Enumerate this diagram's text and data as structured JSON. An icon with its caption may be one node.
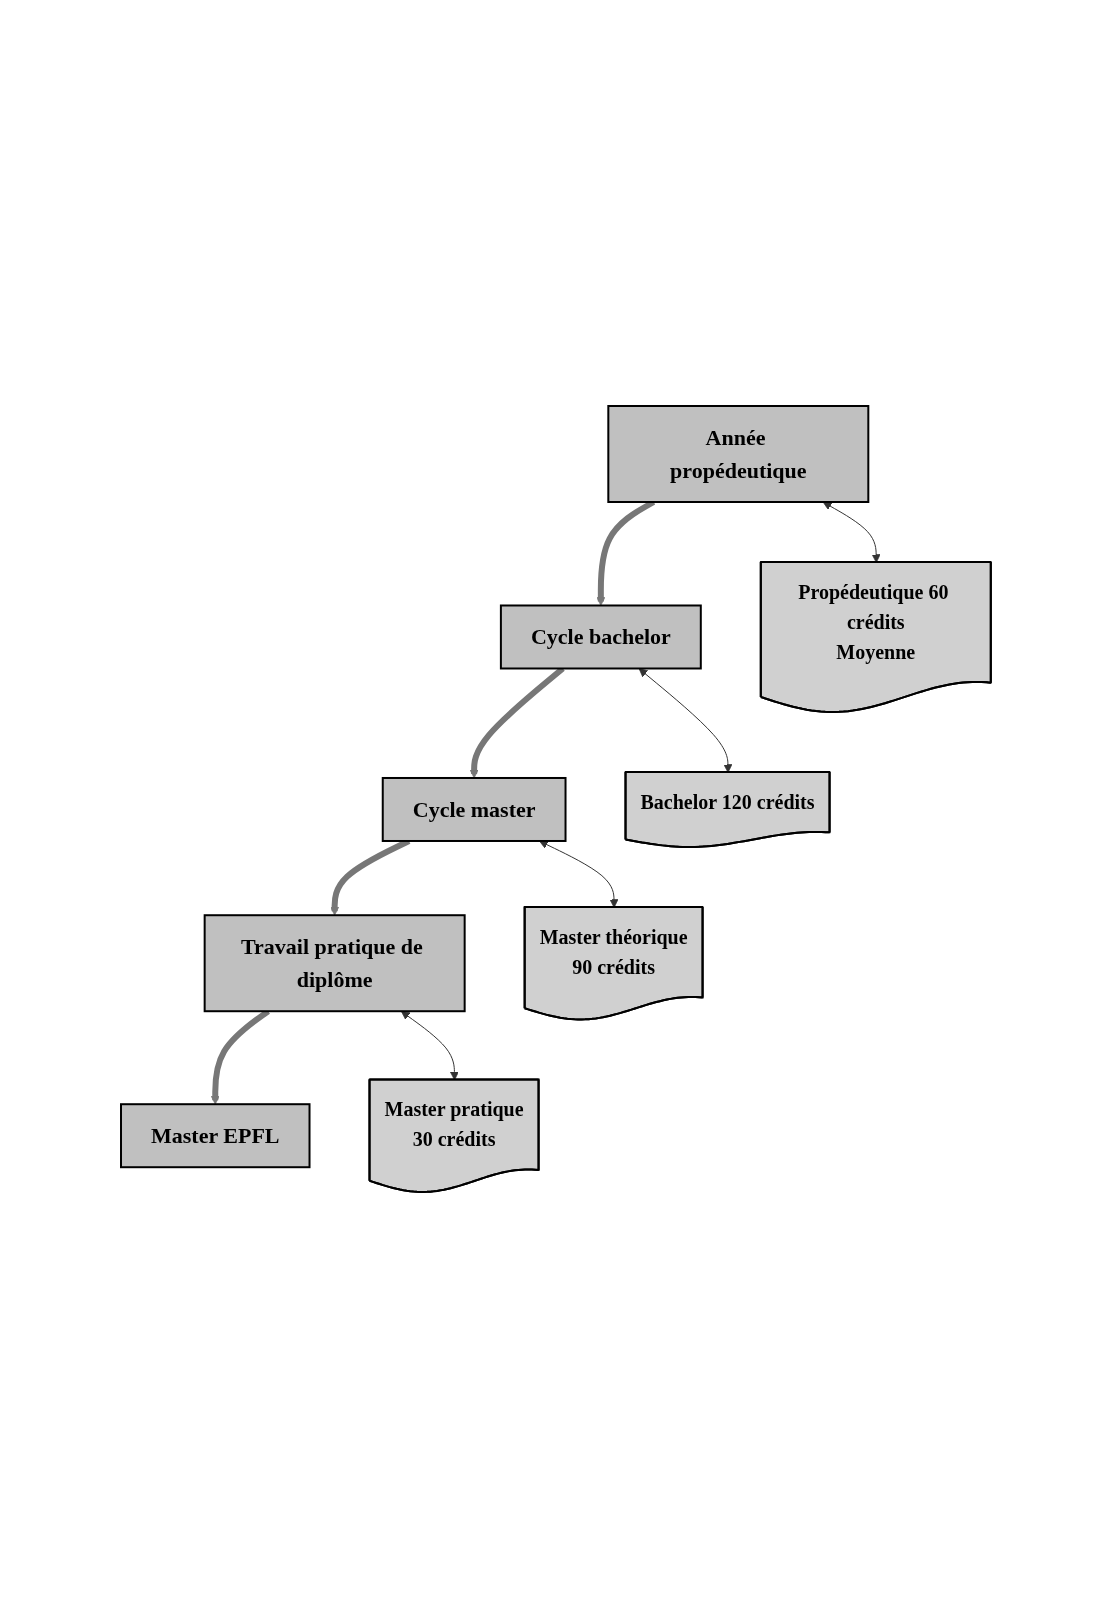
{
  "diagram": {
    "nodes": [
      {
        "text": [
          "Année propédeutique"
        ]
      },
      {
        "text": [
          "Cycle bachelor"
        ]
      },
      {
        "text": [
          "Cycle master"
        ]
      },
      {
        "text": [
          "Travail pratique de diplôme"
        ]
      },
      {
        "text": [
          "Master EPFL"
        ]
      },
      {
        "text": [
          "Propédeutique 60 crédits",
          "Moyenne"
        ]
      },
      {
        "text": [
          "Bachelor 120 crédits"
        ]
      },
      {
        "text": [
          "Master théorique",
          "90 crédits"
        ]
      },
      {
        "text": [
          "Master pratique",
          "30 crédits"
        ]
      }
    ],
    "edges": [
      {
        "from": 0,
        "to": 1,
        "arrow": "to",
        "style": "thick"
      },
      {
        "from": 1,
        "to": 2,
        "arrow": "to",
        "style": "thick"
      },
      {
        "from": 2,
        "to": 3,
        "arrow": "to",
        "style": "thick"
      },
      {
        "from": 3,
        "to": 4,
        "arrow": "to",
        "style": "thick"
      },
      {
        "from": 0,
        "to": 5,
        "arrow": "both"
      },
      {
        "from": 1,
        "to": 6,
        "arrow": "both"
      },
      {
        "from": 2,
        "to": 7,
        "arrow": "both"
      },
      {
        "from": 3,
        "to": 8,
        "arrow": "both"
      }
    ]
  }
}
